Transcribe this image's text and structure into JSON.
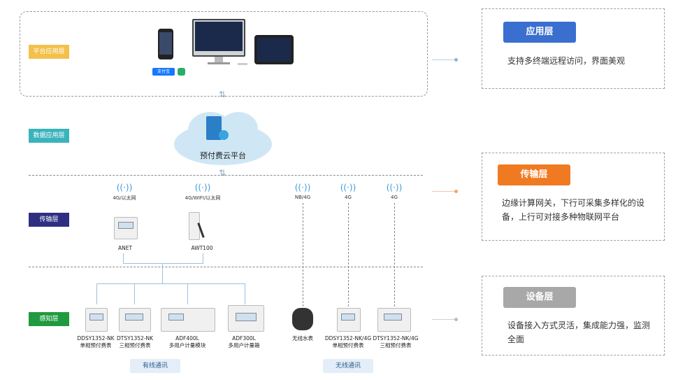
{
  "layers": {
    "platform": "平台应用层",
    "data": "数据应用层",
    "transport": "传输层",
    "sensing": "感知层"
  },
  "platform": {
    "pay_icons": [
      "支付宝",
      "微信"
    ]
  },
  "cloud": {
    "label": "预付费云平台"
  },
  "gateways": [
    {
      "signal": "4G/以太网",
      "name": "ANET"
    },
    {
      "signal": "4G/WIFI/以太网",
      "name": "AWT100"
    }
  ],
  "wireless_signals": [
    "NB/4G",
    "4G",
    "4G"
  ],
  "devices": [
    {
      "line1": "DDSY1352-NK",
      "line2": "单相预付费表"
    },
    {
      "line1": "DTSY1352-NK",
      "line2": "三相预付费表"
    },
    {
      "line1": "ADF400L",
      "line2": "多用户计量模块"
    },
    {
      "line1": "ADF300L",
      "line2": "多用户计量箱"
    },
    {
      "line1": "无线水表",
      "line2": ""
    },
    {
      "line1": "DDSY1352-NK/4G",
      "line2": "单相预付费表"
    },
    {
      "line1": "DTSY1352-NK/4G",
      "line2": "三相预付费表"
    }
  ],
  "comm": {
    "wired": "有线通讯",
    "wireless": "无线通讯"
  },
  "panels": [
    {
      "title": "应用层",
      "text": "支持多终端远程访问，界面美观",
      "color": "#3a6fcf"
    },
    {
      "title": "传输层",
      "text": "边缘计算网关，下行可采集多样化的设备，上行可对接多种物联网平台",
      "color": "#f07a22"
    },
    {
      "title": "设备层",
      "text": "设备接入方式灵活，集成能力强，监测全面",
      "color": "#a8a8a8"
    }
  ]
}
